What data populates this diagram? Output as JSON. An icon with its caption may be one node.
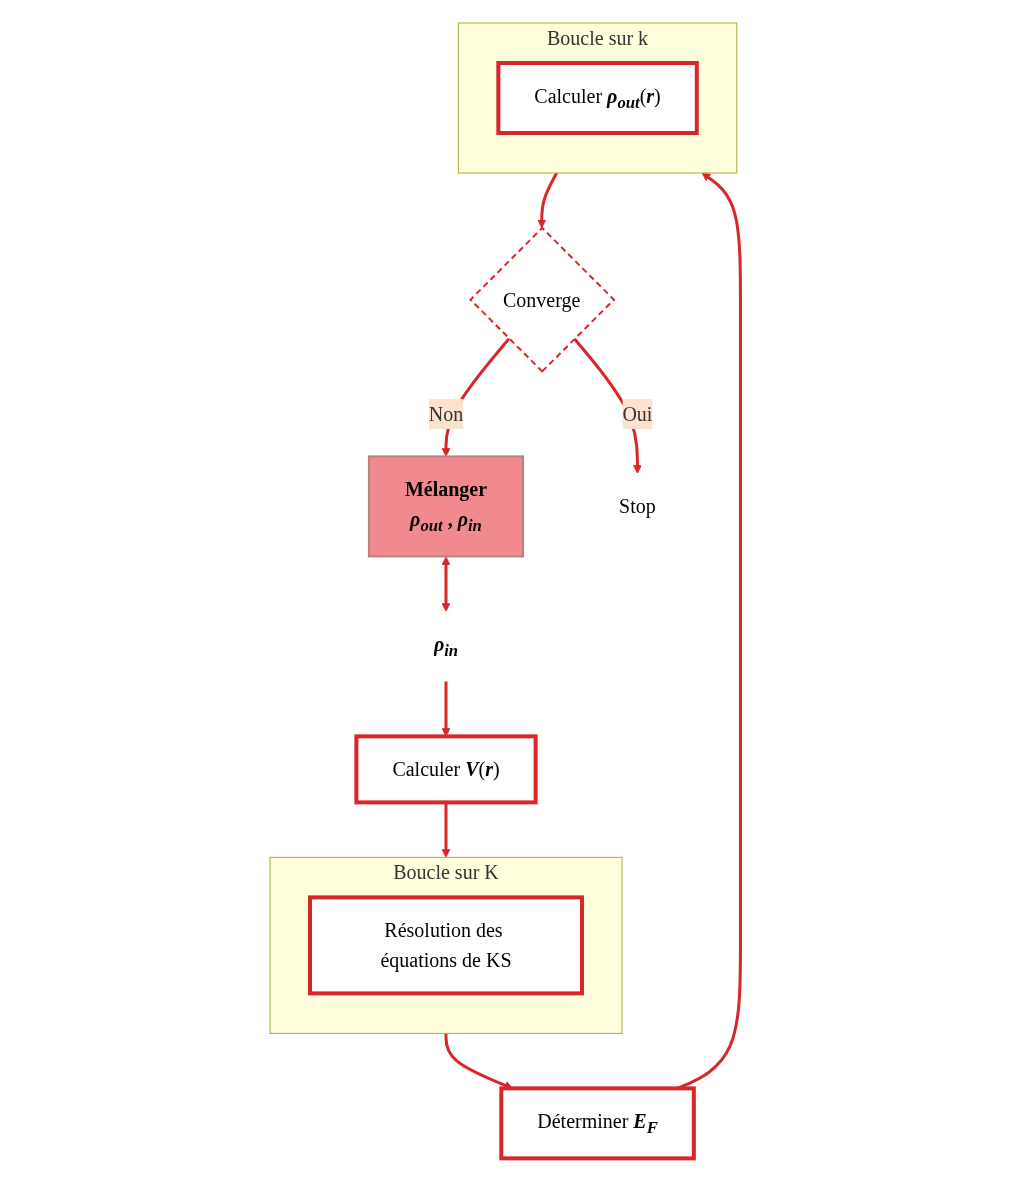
{
  "diagram": {
    "nodes": [
      {
        "text": [
          "**ρ**$_{in}$"
        ]
      },
      {
        "text": [
          "Calculer **V**(**r**)"
        ]
      },
      {
        "text": [
          "Boucle sur K"
        ]
      },
      {
        "text": [
          "Résolution des équations de KS"
        ],
        "in": 2
      },
      {
        "text": [
          "Déterminer **E**$_{F}$"
        ]
      },
      {
        "text": [
          "Boucle sur k"
        ]
      },
      {
        "text": [
          "Calculer **ρ**$_{out}$(**r**)"
        ],
        "in": 5
      },
      {
        "text": [
          "Converge"
        ]
      },
      {
        "text": [
          "Mélanger",
          "**ρ**$_{out}$ , **ρ**$_{in}$"
        ]
      },
      {
        "text": [
          "Stop"
        ]
      }
    ],
    "edges": [
      {
        "from": 0,
        "to": 1,
        "arrow": "to"
      },
      {
        "from": 1,
        "to": 2,
        "arrow": "to"
      },
      {
        "from": 2,
        "to": 4,
        "arrow": "to"
      },
      {
        "from": 4,
        "to": 5,
        "arrow": "to"
      },
      {
        "from": 5,
        "to": 7,
        "arrow": "to"
      },
      {
        "from": 7,
        "to": 8,
        "arrow": "to",
        "label": "Non"
      },
      {
        "from": 7,
        "to": 9,
        "arrow": "to",
        "label": "Oui"
      },
      {
        "from": 8,
        "to": 0,
        "arrow": "both"
      }
    ]
  }
}
